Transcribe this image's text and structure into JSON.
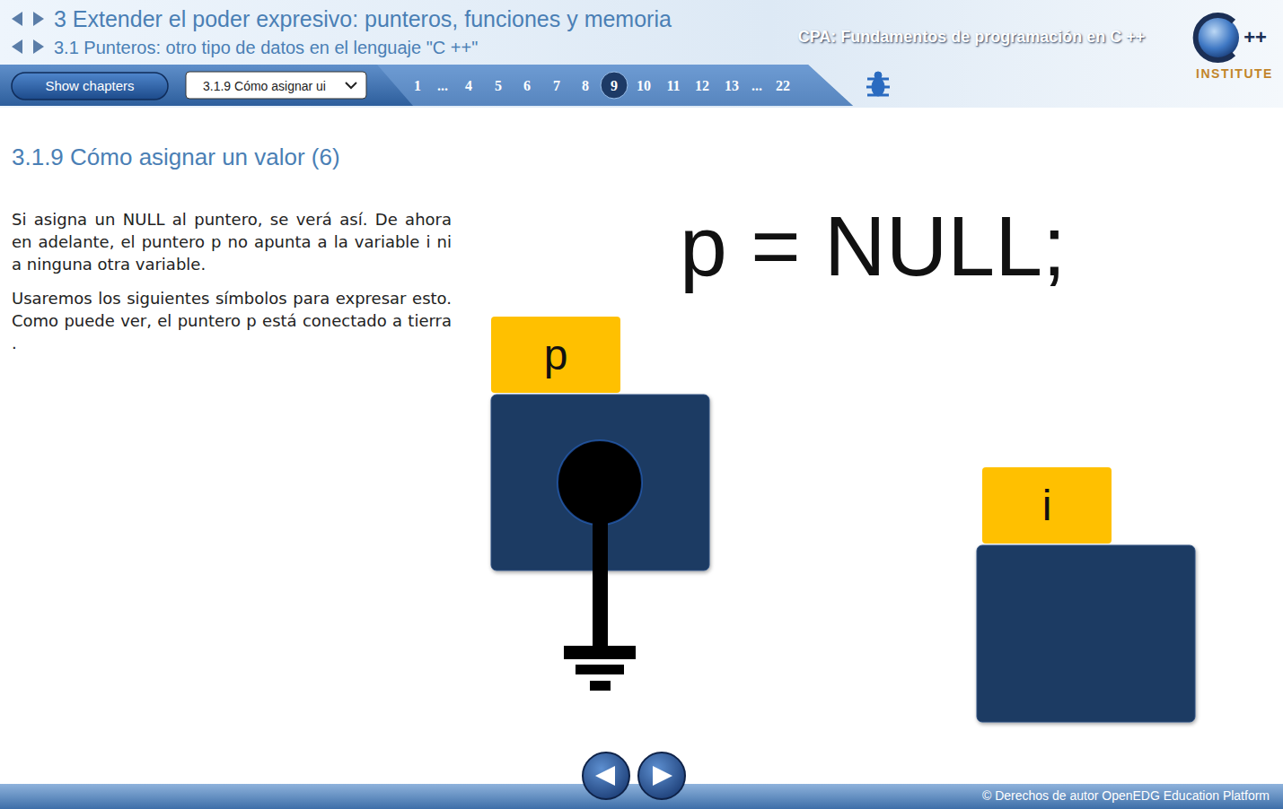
{
  "diagram": {
    "title": "3.1.9 Cómo asignar un valor (6)",
    "nodes": [
      {
        "text": [
          "p"
        ]
      },
      {
        "text": [
          "i"
        ]
      }
    ],
    "labels": [
      "3 Extender el poder expresivo: punteros, funciones y memoria",
      "3.1 Punteros: otro tipo de datos en el lenguaje \"C ++\"",
      "CPA: Fundamentos de programación en C ++",
      "++",
      "INSTITUTE",
      "Show chapters",
      "3.1.9 Cómo asignar ui",
      "1",
      "...",
      "4",
      "5",
      "6",
      "7",
      "8",
      "9",
      "10",
      "11",
      "12",
      "13",
      "...",
      "22",
      "Si asigna un NULL al puntero, se verá así. De ahora en adelante, el puntero p no apunta a la variable i ni a ninguna otra variable.",
      "Usaremos los siguientes símbolos para expresar esto. Como puede ver, el puntero p está conectado a tierra .",
      "p = NULL;",
      "© Derechos de autor OpenEDG Education Platform"
    ]
  }
}
